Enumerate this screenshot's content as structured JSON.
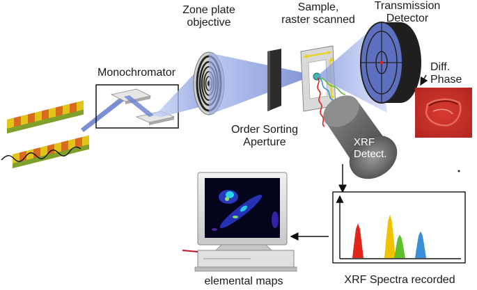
{
  "labels": {
    "zone_plate_line1": "Zone plate",
    "zone_plate_line2": "objective",
    "sample_line1": "Sample,",
    "sample_line2": "raster scanned",
    "transmission_line1": "Transmission",
    "transmission_line2": "Detector",
    "monochromator": "Monochromator",
    "diff_phase_line1": "Diff.",
    "diff_phase_line2": "Phase",
    "osa_line1": "Order Sorting",
    "osa_line2": "Aperture",
    "xrf_detector_line1": "XRF",
    "xrf_detector_line2": "Detect.",
    "elemental_maps": "elemental maps",
    "xrf_spectra": "XRF Spectra recorded"
  },
  "colors": {
    "beam": "#8fa7e6",
    "beam_dark": "#5a72c8",
    "undulator_yellow": "#e2c318",
    "undulator_orange": "#d96a1e",
    "undulator_green": "#7fa02a",
    "phase_image": "#c9302a",
    "detector_body": "#2a2a2a",
    "xrf_body": "#6b6b6b",
    "spectrum_red": "#e0251b",
    "spectrum_yellow": "#f2c200",
    "spectrum_green": "#5fbf2d",
    "spectrum_blue": "#3a8fd8"
  },
  "spectrum_peaks": [
    {
      "color": "#e0251b",
      "relative_height": 0.62
    },
    {
      "color": "#f2c200",
      "relative_height": 0.78
    },
    {
      "color": "#5fbf2d",
      "relative_height": 0.42
    },
    {
      "color": "#3a8fd8",
      "relative_height": 0.48
    }
  ]
}
